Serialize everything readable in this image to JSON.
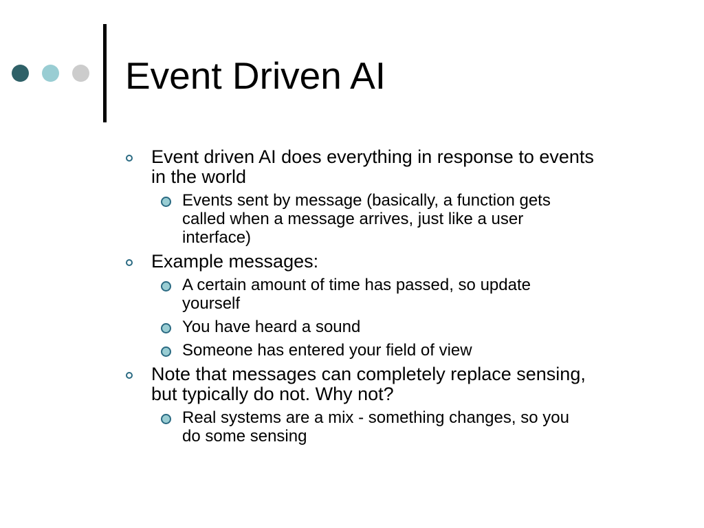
{
  "colors": {
    "dot_1": "#2f6168",
    "dot_2": "#99cdd3",
    "dot_3": "#cccccc",
    "divider": "#000000",
    "level1_bullet": "#2a6a82",
    "level2_bullet": "#99cdd3"
  },
  "slide": {
    "title": "Event Driven AI",
    "decorations": {
      "dots": [
        "circle",
        "circle",
        "circle"
      ],
      "divider": "vertical-line"
    },
    "bullets": [
      {
        "text_lines": [
          "Event driven AI does everything in response to events",
          "in the world"
        ],
        "sub": [
          {
            "text_lines": [
              "Events sent by message (basically, a function gets",
              "called when a message arrives, just like a user",
              "interface)"
            ]
          }
        ]
      },
      {
        "text_lines": [
          "Example messages:"
        ],
        "sub": [
          {
            "text_lines": [
              "A certain amount of time has passed, so update",
              "yourself"
            ]
          },
          {
            "text_lines": [
              "You have heard a sound"
            ]
          },
          {
            "text_lines": [
              "Someone has entered your field of view"
            ]
          }
        ]
      },
      {
        "text_lines": [
          "Note that messages can completely replace sensing,",
          "but typically do not. Why not?"
        ],
        "sub": [
          {
            "text_lines": [
              "Real systems are a mix - something changes, so you",
              "do some sensing"
            ]
          }
        ]
      }
    ]
  }
}
